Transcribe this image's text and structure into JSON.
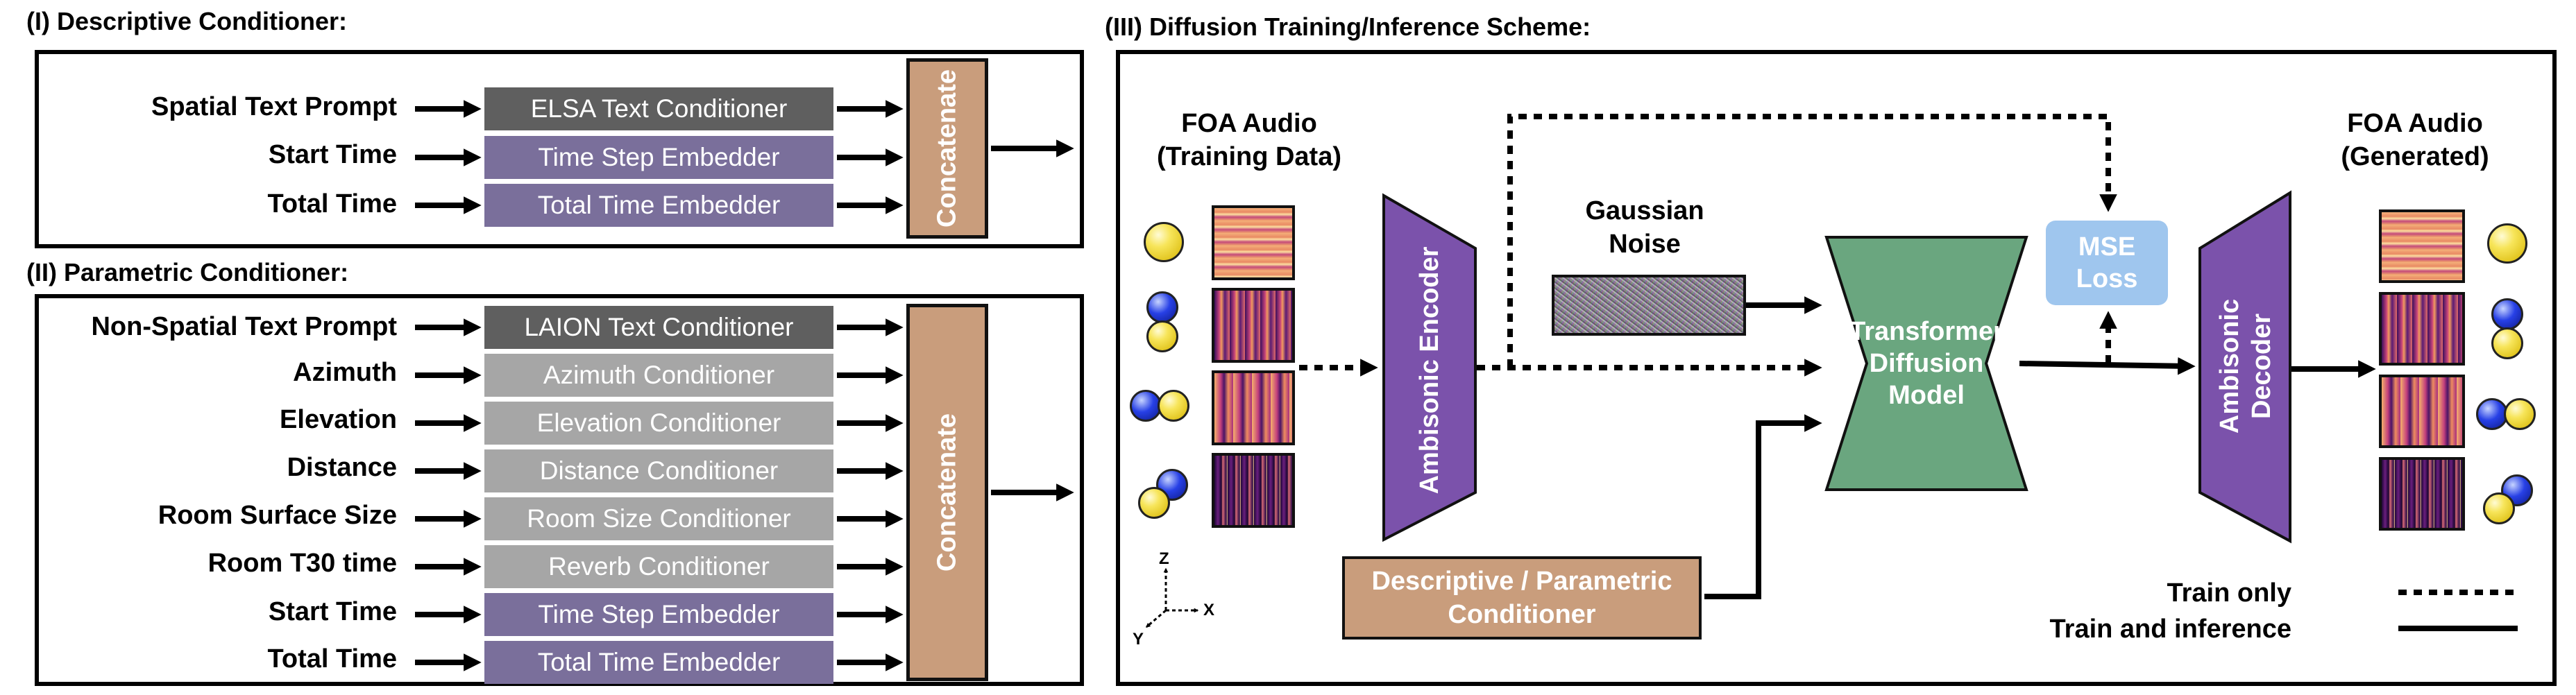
{
  "section1": {
    "title": "(I) Descriptive Conditioner:",
    "inputs": [
      "Spatial Text Prompt",
      "Start Time",
      "Total Time"
    ],
    "conditioners": [
      "ELSA Text Conditioner",
      "Time Step Embedder",
      "Total Time Embedder"
    ],
    "concat_label": "Concatenate"
  },
  "section2": {
    "title": "(II) Parametric Conditioner:",
    "inputs": [
      "Non-Spatial Text Prompt",
      "Azimuth",
      "Elevation",
      "Distance",
      "Room Surface Size",
      "Room T30 time",
      "Start Time",
      "Total Time"
    ],
    "conditioners": [
      "LAION Text Conditioner",
      "Azimuth Conditioner",
      "Elevation Conditioner",
      "Distance Conditioner",
      "Room Size Conditioner",
      "Reverb Conditioner",
      "Time Step Embedder",
      "Total Time Embedder"
    ],
    "concat_label": "Concatenate"
  },
  "section3": {
    "title": "(III) Diffusion Training/Inference Scheme:",
    "foa_train_label": "FOA Audio\n(Training Data)",
    "foa_gen_label": "FOA Audio\n(Generated)",
    "encoder_label": "Ambisonic Encoder",
    "decoder_label": "Ambisonic\nDecoder",
    "noise_label": "Gaussian\nNoise",
    "mse_label": "MSE\nLoss",
    "diffusion_label": "Transformer\nDiffusion\nModel",
    "conditioner_label": "Descriptive / Parametric\nConditioner",
    "axes": {
      "z": "Z",
      "x": "X",
      "y": "Y"
    },
    "legend": {
      "train_only": "Train only",
      "train_inference": "Train and inference"
    }
  },
  "colors": {
    "dark_gray": "#5f5f5f",
    "purple_gray": "#7a6f9b",
    "light_gray": "#a6a6a6",
    "tan": "#c99d7c",
    "ambisonic_purple": "#7b52ab",
    "diffusion_green": "#6aa67f",
    "mse_blue": "#9fc6ee"
  }
}
